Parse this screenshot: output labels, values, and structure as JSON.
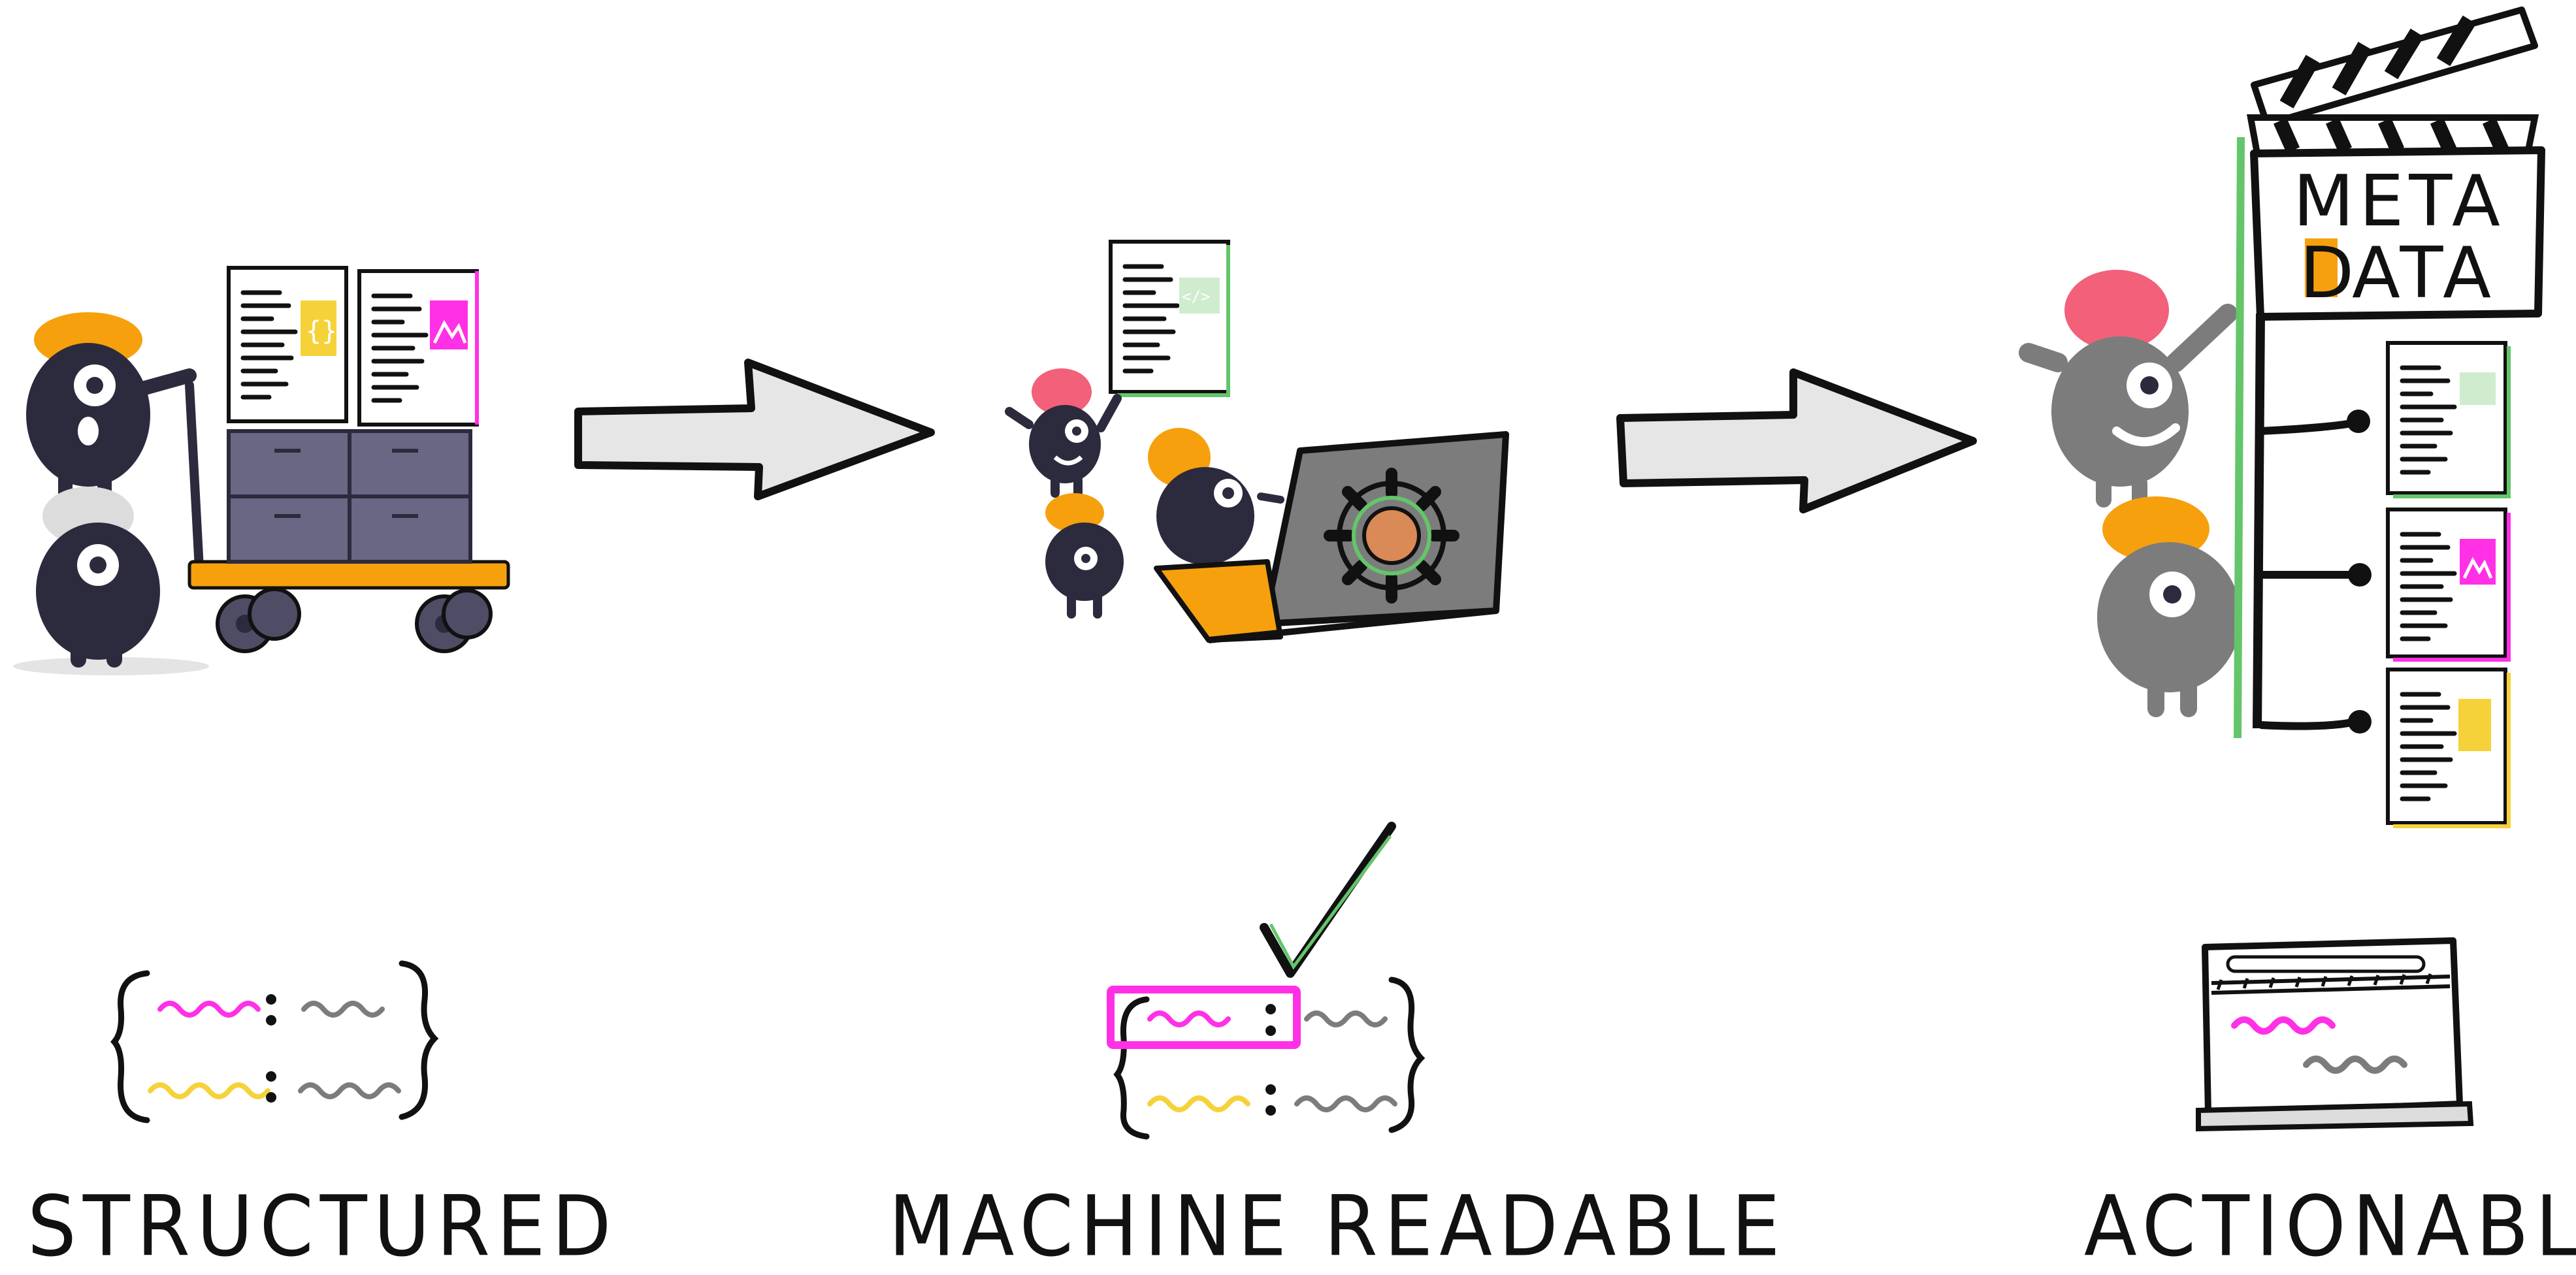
{
  "captions": {
    "structured": "STRUCTURED",
    "machine_readable": "MACHINE READABLE",
    "actionable": "ACTIONABLE"
  },
  "clapperboard": {
    "line1": "META",
    "line2_initial": "D",
    "line2_rest": "ATA"
  },
  "code_glyph": "</>",
  "colors": {
    "ink": "#111111",
    "monster_dark": "#2c2a3d",
    "monster_grey": "#7c7c7c",
    "orange": "#f6a00e",
    "pink": "#f2607a",
    "magenta": "#ff30e6",
    "yellow": "#f6d23a",
    "green": "#64c56a",
    "arrow_fill": "#e6e6e6",
    "cabinet": "#6a6785"
  },
  "icons": [
    "cart-icon",
    "laptop-icon",
    "gear-icon",
    "clapperboard-icon",
    "check-icon",
    "browser-window-icon",
    "json-braces-icon"
  ]
}
